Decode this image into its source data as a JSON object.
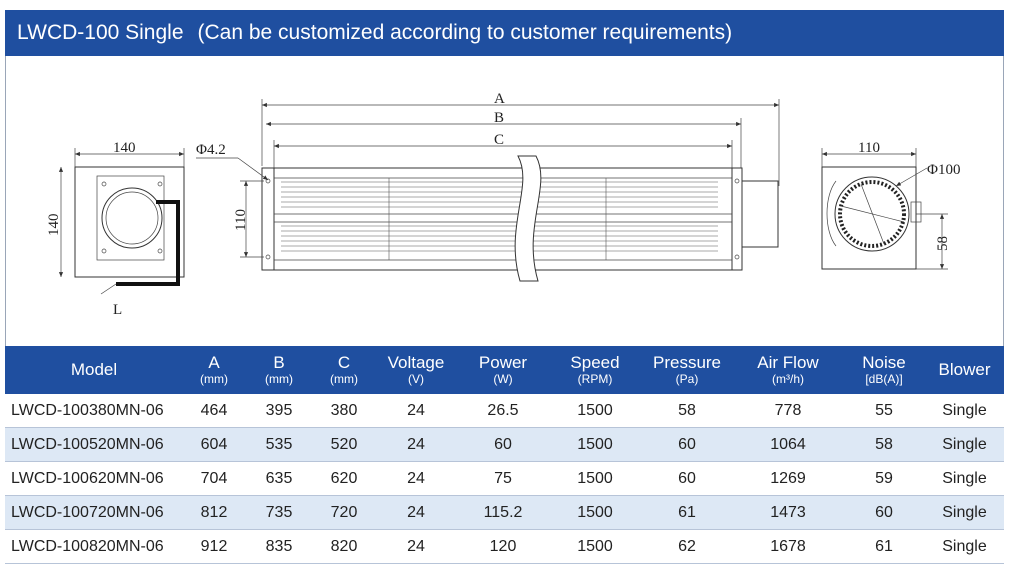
{
  "header": {
    "title": "LWCD-100 Single",
    "subtitle": "(Can be customized according to customer requirements)"
  },
  "drawing": {
    "left_view": {
      "width_label": "140",
      "height_label": "140",
      "lead_label": "L"
    },
    "front_view": {
      "a_label": "A",
      "b_label": "B",
      "c_label": "C",
      "hole_label": "Φ4.2",
      "height_label": "110"
    },
    "right_view": {
      "width_label": "110",
      "dia_label": "Φ100",
      "offset_label": "58"
    }
  },
  "table": {
    "columns": [
      {
        "label": "Model",
        "unit": ""
      },
      {
        "label": "A",
        "unit": "(mm)"
      },
      {
        "label": "B",
        "unit": "(mm)"
      },
      {
        "label": "C",
        "unit": "(mm)"
      },
      {
        "label": "Voltage",
        "unit": "(V)"
      },
      {
        "label": "Power",
        "unit": "(W)"
      },
      {
        "label": "Speed",
        "unit": "(RPM)"
      },
      {
        "label": "Pressure",
        "unit": "(Pa)"
      },
      {
        "label": "Air Flow",
        "unit": "(m³/h)"
      },
      {
        "label": "Noise",
        "unit": "[dB(A)]"
      },
      {
        "label": "Blower",
        "unit": ""
      }
    ],
    "rows": [
      [
        "LWCD-100380MN-06",
        "464",
        "395",
        "380",
        "24",
        "26.5",
        "1500",
        "58",
        "778",
        "55",
        "Single"
      ],
      [
        "LWCD-100520MN-06",
        "604",
        "535",
        "520",
        "24",
        "60",
        "1500",
        "60",
        "1064",
        "58",
        "Single"
      ],
      [
        "LWCD-100620MN-06",
        "704",
        "635",
        "620",
        "24",
        "75",
        "1500",
        "60",
        "1269",
        "59",
        "Single"
      ],
      [
        "LWCD-100720MN-06",
        "812",
        "735",
        "720",
        "24",
        "115.2",
        "1500",
        "61",
        "1473",
        "60",
        "Single"
      ],
      [
        "LWCD-100820MN-06",
        "912",
        "835",
        "820",
        "24",
        "120",
        "1500",
        "62",
        "1678",
        "61",
        "Single"
      ]
    ]
  },
  "colors": {
    "header_bg": "#1f4fa0",
    "header_text": "#ffffff",
    "row_alt": "#dde8f5"
  }
}
